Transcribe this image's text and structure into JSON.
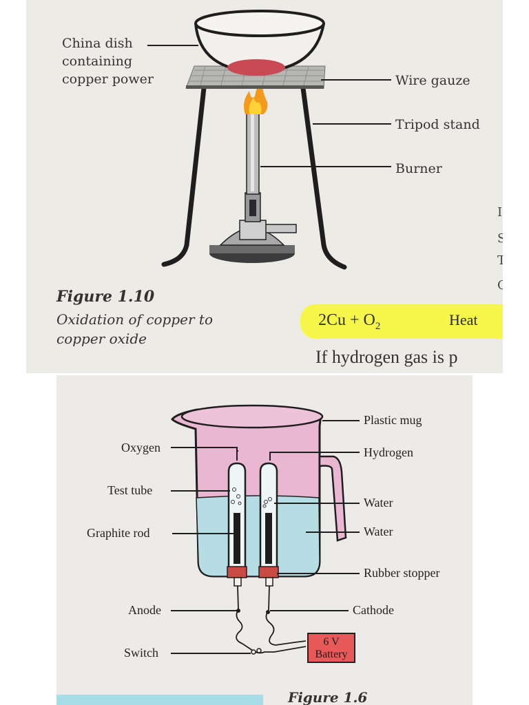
{
  "figure_top": {
    "labels": {
      "china_dish": [
        "China dish",
        "containing",
        "copper power"
      ],
      "wire_gauze": "Wire gauze",
      "tripod_stand": "Tripod stand",
      "burner": "Burner"
    },
    "caption_number": "Figure 1.10",
    "caption_text": [
      "Oxidation of copper to",
      "copper oxide"
    ],
    "equation": {
      "lhs": "2Cu + O",
      "subscript": "2",
      "over_arrow": "Heat"
    },
    "following_text": "If hydrogen gas is p",
    "edge_glyphs": [
      "I",
      "S",
      "T",
      "C"
    ]
  },
  "figure_bottom": {
    "labels": {
      "plastic_mug": "Plastic mug",
      "hydrogen": "Hydrogen",
      "oxygen": "Oxygen",
      "test_tube": "Test tube",
      "water_1": "Water",
      "water_2": "Water",
      "graphite_rod": "Graphite rod",
      "rubber_stopper": "Rubber stopper",
      "anode": "Anode",
      "cathode": "Cathode",
      "switch": "Switch"
    },
    "battery": {
      "voltage": "6 V",
      "label": "Battery"
    },
    "caption_number": "Figure 1.6"
  },
  "colors": {
    "flame": "#f39a1c",
    "copper_powder": "#c94a55",
    "water": "#b6dde4",
    "mug": "#e9b7d1",
    "battery": "#e85a5a",
    "highlight": "#f6f54a"
  }
}
